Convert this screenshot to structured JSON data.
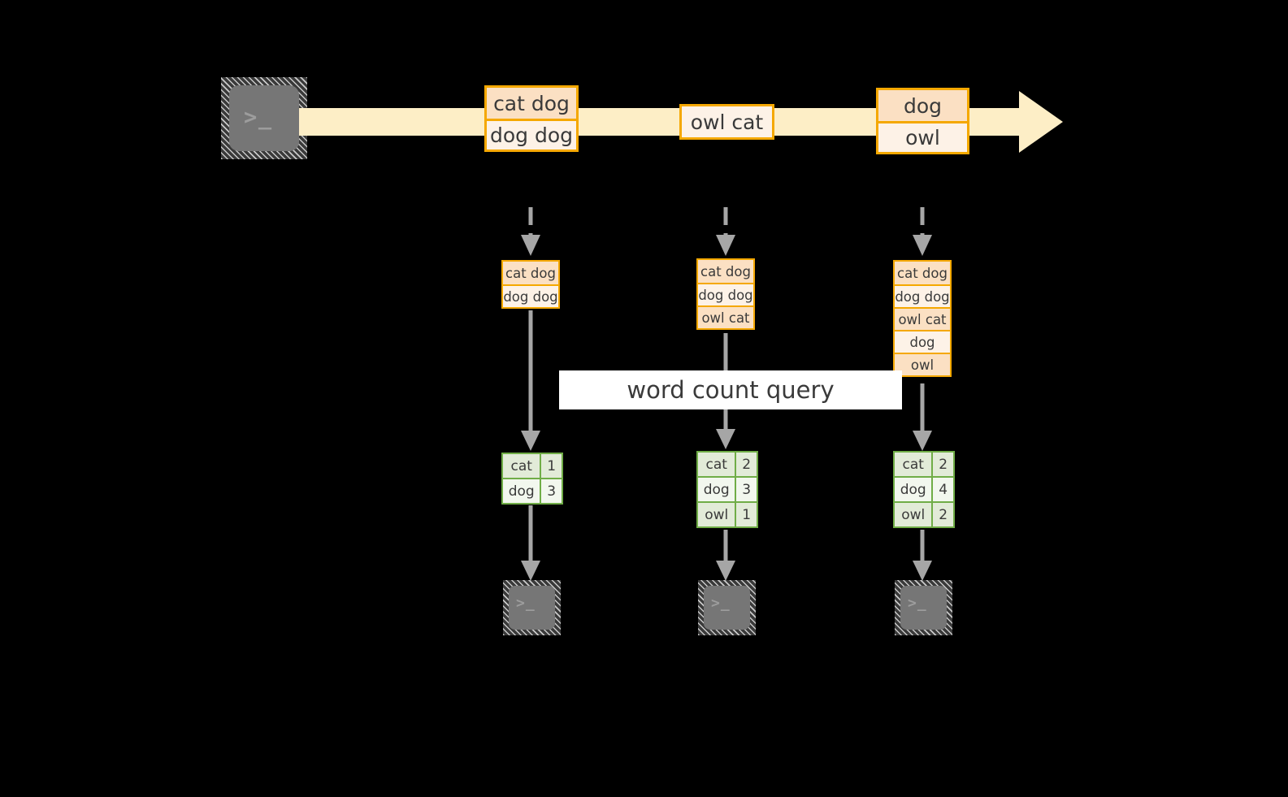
{
  "diagram": {
    "title_banner": "word count query",
    "colors": {
      "background": "#000000",
      "record_border": "#f5a800",
      "record_fill_dark": "#fbe0c3",
      "record_fill_light": "#fdf2e7",
      "stream_arrow_fill": "#fdeec6",
      "result_border": "#70ad47",
      "result_fill_dark": "#e2ebd8",
      "result_fill_light": "#f2f7ee",
      "connector": "#a6a6a6",
      "terminal_screen": "#767676",
      "banner_fill": "#ffffff"
    },
    "source": {
      "icon": "terminal-icon",
      "prompt": ">_"
    },
    "stream": {
      "icon": "stream-arrow-icon",
      "records": [
        {
          "lines": [
            "cat dog",
            "dog dog"
          ]
        },
        {
          "lines": [
            "owl cat"
          ]
        },
        {
          "lines": [
            "dog",
            "owl"
          ]
        }
      ]
    },
    "snapshots": [
      {
        "label": "snapshot-1",
        "input_rows": [
          "cat dog",
          "dog dog"
        ],
        "result_header": null,
        "result_rows": [
          {
            "word": "cat",
            "count": "1"
          },
          {
            "word": "dog",
            "count": "3"
          }
        ],
        "sink": {
          "icon": "terminal-icon",
          "prompt": ">_"
        }
      },
      {
        "label": "snapshot-2",
        "input_rows": [
          "cat dog",
          "dog dog",
          "owl cat"
        ],
        "result_header": null,
        "result_rows": [
          {
            "word": "cat",
            "count": "2"
          },
          {
            "word": "dog",
            "count": "3"
          },
          {
            "word": "owl",
            "count": "1"
          }
        ],
        "sink": {
          "icon": "terminal-icon",
          "prompt": ">_"
        }
      },
      {
        "label": "snapshot-3",
        "input_rows": [
          "cat dog",
          "dog dog",
          "owl cat",
          "dog",
          "owl"
        ],
        "result_header": null,
        "result_rows": [
          {
            "word": "cat",
            "count": "2"
          },
          {
            "word": "dog",
            "count": "4"
          },
          {
            "word": "owl",
            "count": "2"
          }
        ],
        "sink": {
          "icon": "terminal-icon",
          "prompt": ">_"
        }
      }
    ]
  }
}
